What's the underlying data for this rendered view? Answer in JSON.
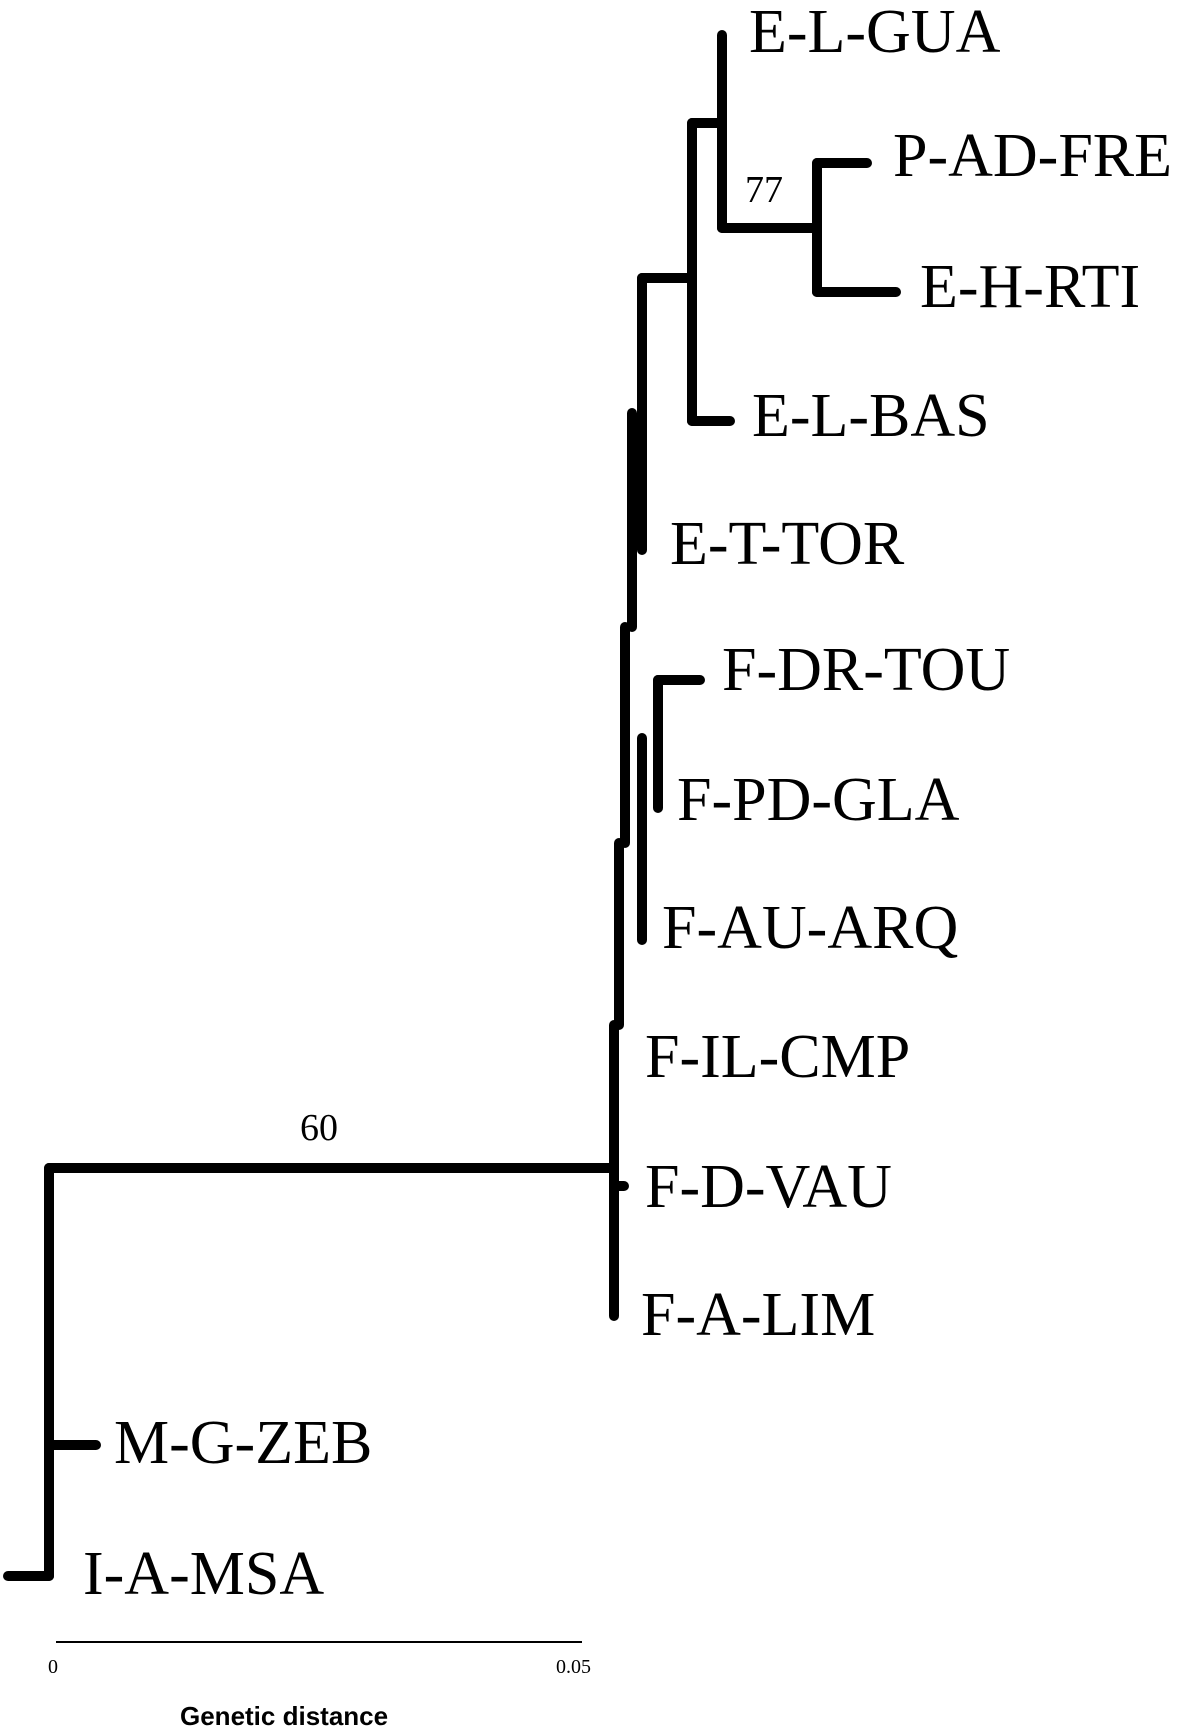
{
  "tree": {
    "taxa": [
      "E-L-GUA",
      "P-AD-FRE",
      "E-H-RTI",
      "E-L-BAS",
      "E-T-TOR",
      "F-DR-TOU",
      "F-PD-GLA",
      "F-AU-ARQ",
      "F-IL-CMP",
      "F-D-VAU",
      "F-A-LIM",
      "M-G-ZEB",
      "I-A-MSA"
    ],
    "bootstrap": {
      "fre_rti_clade": "77",
      "ingroup": "60"
    },
    "scale_bar": {
      "min_label": "0",
      "max_label": "0.05",
      "title": "Genetic distance"
    }
  }
}
